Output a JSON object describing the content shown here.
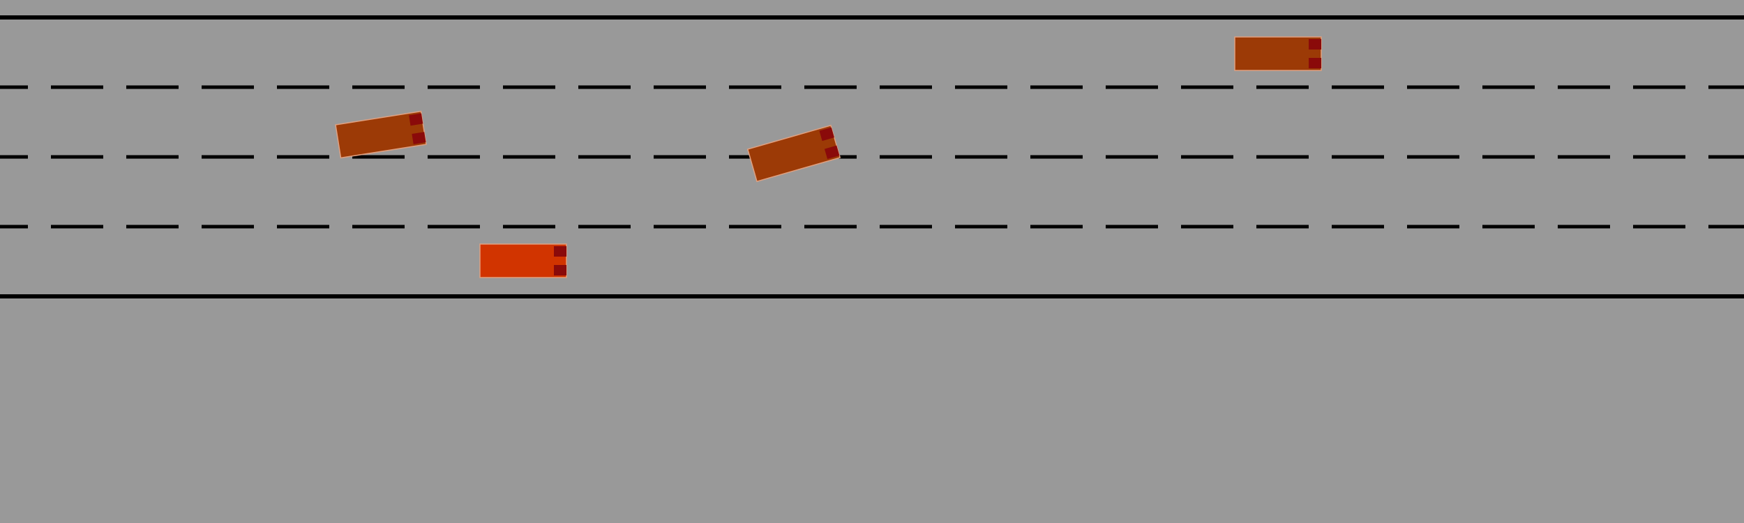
{
  "colors": {
    "background": "#999999",
    "lane_line": "#000000",
    "ego_vehicle_body": "#d13400",
    "other_vehicle_body": "#9c3a06",
    "vehicle_outline": "#e0a080",
    "headlight": "#8a0a0a"
  },
  "road": {
    "lane_count": 4,
    "outer_line_style": "solid",
    "inner_line_style": "dashed"
  },
  "vehicles": [
    {
      "role": "ego-vehicle",
      "lane": 4,
      "heading": "east"
    },
    {
      "role": "other-vehicle",
      "lane": 1,
      "heading": "east"
    },
    {
      "role": "other-vehicle",
      "lane": 2,
      "heading": "east-north-east"
    },
    {
      "role": "other-vehicle",
      "lane": 2,
      "heading": "east-north-east"
    }
  ]
}
